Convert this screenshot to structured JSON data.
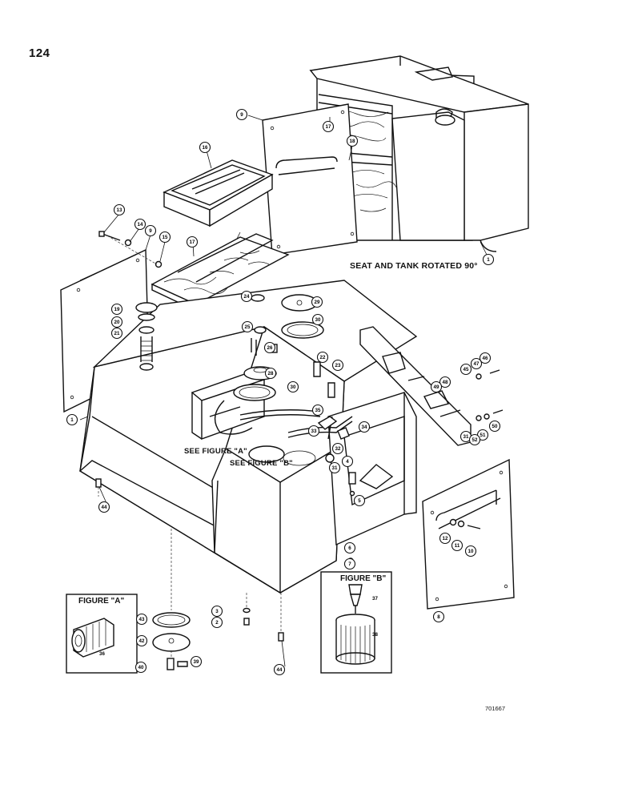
{
  "page_number": "124",
  "captions": {
    "seat_tank_rotated": "SEAT AND TANK ROTATED 90°",
    "see_figure_a": "SEE FIGURE \"A\"",
    "see_figure_b": "SEE FIGURE \"B\""
  },
  "insets": {
    "figure_a_title": "FIGURE \"A\"",
    "figure_b_title": "FIGURE \"B\""
  },
  "reference_code": "701667",
  "callouts": [
    "1",
    "1",
    "2",
    "3",
    "4",
    "5",
    "6",
    "7",
    "8",
    "9",
    "9",
    "10",
    "11",
    "12",
    "13",
    "14",
    "15",
    "16",
    "17",
    "17",
    "18",
    "19",
    "20",
    "21",
    "22",
    "23",
    "24",
    "25",
    "26",
    "28",
    "29",
    "30",
    "30",
    "31",
    "31",
    "32",
    "33",
    "34",
    "35",
    "36",
    "37",
    "38",
    "39",
    "40",
    "42",
    "43",
    "44",
    "44",
    "45",
    "46",
    "47",
    "48",
    "49",
    "50",
    "51",
    "52"
  ]
}
